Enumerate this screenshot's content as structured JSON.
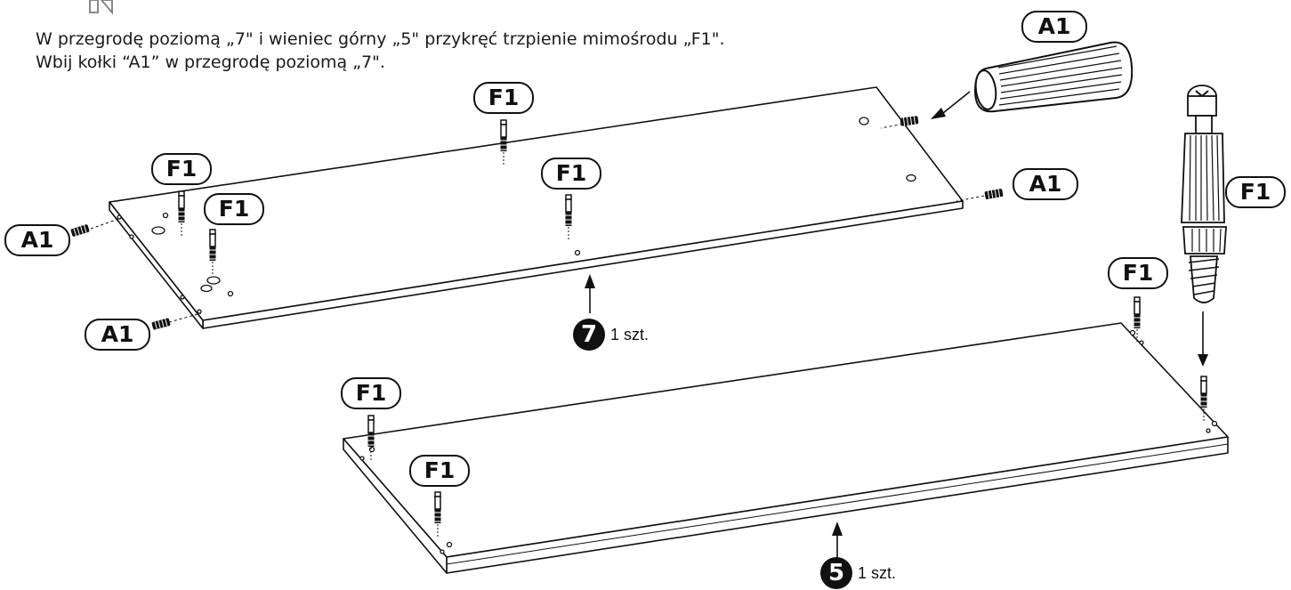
{
  "instructions": {
    "line1": "W przegrodę poziomą „7\" i wieniec górny „5\" przykręć trzpienie mimośrodu „F1\".",
    "line2": "Wbij kołki “A1” w przegrodę poziomą „7\"."
  },
  "part_labels": {
    "f1": "F1",
    "a1": "A1"
  },
  "parts": {
    "part7": {
      "number": "7",
      "quantity": "1 szt."
    },
    "part5": {
      "number": "5",
      "quantity": "1 szt."
    }
  }
}
